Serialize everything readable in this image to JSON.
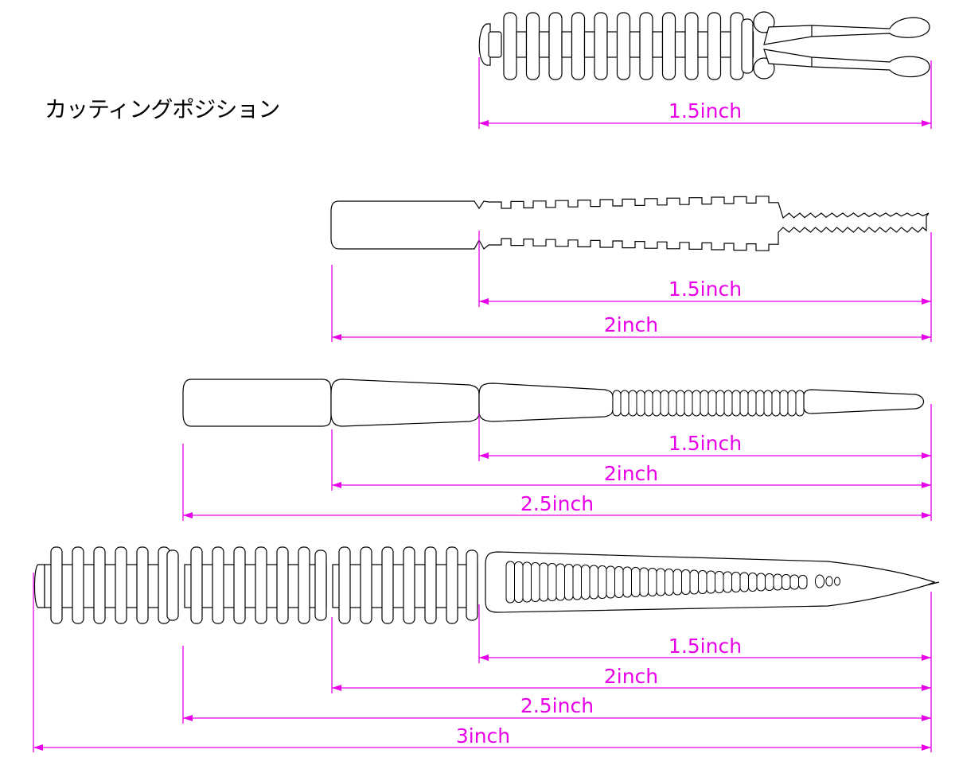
{
  "title": "カッティングポジション",
  "colors": {
    "dimension": "#e800e8",
    "outline": "#000000",
    "background": "#ffffff"
  },
  "figures": [
    {
      "id": "lure-1-5inch",
      "dimensions": [
        {
          "label": "1.5inch"
        }
      ]
    },
    {
      "id": "lure-2inch",
      "dimensions": [
        {
          "label": "1.5inch"
        },
        {
          "label": "2inch"
        }
      ]
    },
    {
      "id": "lure-2-5inch",
      "dimensions": [
        {
          "label": "1.5inch"
        },
        {
          "label": "2inch"
        },
        {
          "label": "2.5inch"
        }
      ]
    },
    {
      "id": "lure-3inch",
      "dimensions": [
        {
          "label": "1.5inch"
        },
        {
          "label": "2inch"
        },
        {
          "label": "2.5inch"
        },
        {
          "label": "3inch"
        }
      ]
    }
  ]
}
